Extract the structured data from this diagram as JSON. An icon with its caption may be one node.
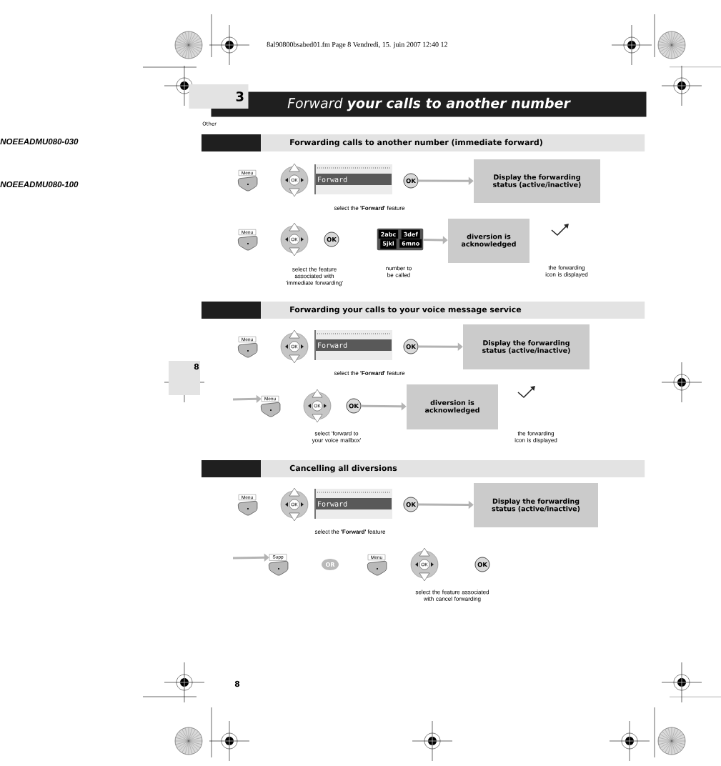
{
  "diagram": {
    "nodes": [
      {
        "text": [
          "3"
        ]
      },
      {
        "text": [
          "Forward **your calls to another number**"
        ]
      },
      {
        "text": [
          "Forwarding calls to another number (immediate forward)"
        ]
      },
      {
        "text": [
          "Menu"
        ]
      },
      {
        "text": [
          "OK"
        ]
      },
      {
        "text": [
          "Forward"
        ]
      },
      {
        "text": [
          "OK"
        ]
      },
      {
        "text": [
          "Display the forwarding status (active/inactive)"
        ]
      },
      {
        "text": [
          "Menu"
        ]
      },
      {
        "text": [
          "OK"
        ]
      },
      {
        "text": [
          "OK"
        ]
      },
      {
        "text": [
          "2abc",
          "3def",
          "5jkl",
          "6mno"
        ]
      },
      {
        "text": [
          "diversion is acknowledged"
        ]
      },
      {
        "text": [
          "Forwarding your calls to your voice message service"
        ]
      },
      {
        "text": [
          "Menu"
        ]
      },
      {
        "text": [
          "OK"
        ]
      },
      {
        "text": [
          "Forward"
        ]
      },
      {
        "text": [
          "OK"
        ]
      },
      {
        "text": [
          "Display the forwarding status (active/inactive)"
        ]
      },
      {
        "text": [
          "Menu"
        ]
      },
      {
        "text": [
          "OK"
        ]
      },
      {
        "text": [
          "OK"
        ]
      },
      {
        "text": [
          "diversion is acknowledged"
        ]
      },
      {
        "text": [
          "Cancelling all diversions"
        ]
      },
      {
        "text": [
          "Menu"
        ]
      },
      {
        "text": [
          "OK"
        ]
      },
      {
        "text": [
          "Forward"
        ]
      },
      {
        "text": [
          "OK"
        ]
      },
      {
        "text": [
          "Display the forwarding status (active/inactive)"
        ]
      },
      {
        "text": [
          "Supp"
        ]
      },
      {
        "text": [
          "OR"
        ]
      },
      {
        "text": [
          "Menu"
        ]
      },
      {
        "text": [
          "OK"
        ]
      },
      {
        "text": [
          "OK"
        ]
      }
    ],
    "edges": [
      {
        "from": 6,
        "to": 7,
        "arrow": "to"
      },
      {
        "from": 11,
        "to": 12,
        "arrow": "to"
      },
      {
        "from": 17,
        "to": 18,
        "arrow": "to"
      },
      {
        "from": null,
        "to": 19,
        "arrow": "to"
      },
      {
        "from": 21,
        "to": 22,
        "arrow": "to"
      },
      {
        "from": 27,
        "to": 28,
        "arrow": "to"
      },
      {
        "from": null,
        "to": 29,
        "arrow": "to"
      }
    ],
    "labels": [
      "8al90800bsabed01.fm  Page 8  Vendredi, 15. juin 2007  12:40 12",
      "Other",
      "NOEEADMU080-030",
      "NOEEADMU080-100",
      "select the **'Forward'** feature",
      "select the feature associated with 'immediate forwarding'",
      "number to be called",
      "the forwarding icon is displayed",
      "select the **'Forward'** feature",
      "8",
      "select 'forward to your voice mailbox'",
      "the forwarding icon is displayed",
      "select the **'Forward'** feature",
      "select the feature associated with cancel forwarding",
      "8"
    ]
  }
}
